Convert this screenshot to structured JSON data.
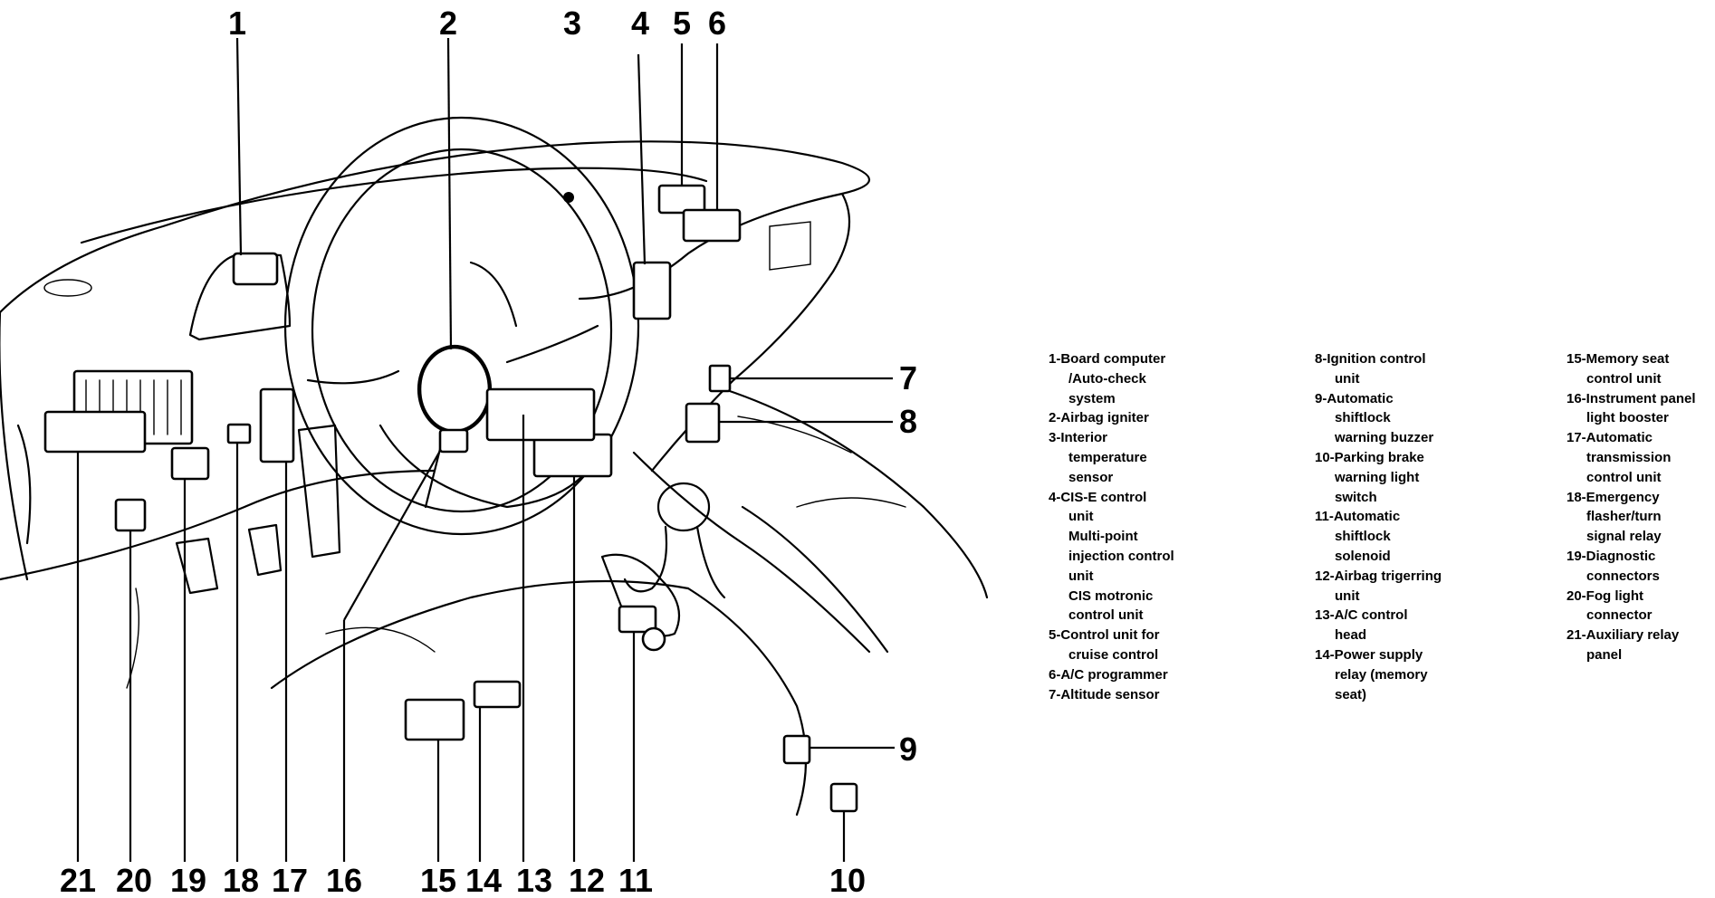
{
  "diagram": {
    "callouts": [
      "1",
      "2",
      "3",
      "4",
      "5",
      "6",
      "7",
      "8",
      "9",
      "10",
      "11",
      "12",
      "13",
      "14",
      "15",
      "16",
      "17",
      "18",
      "19",
      "20",
      "21"
    ],
    "legend": {
      "column1": [
        {
          "text": "1-Board computer",
          "cont": [
            "/Auto-check",
            "system"
          ]
        },
        {
          "text": "2-Airbag igniter",
          "cont": []
        },
        {
          "text": "3-Interior",
          "cont": [
            "temperature",
            "sensor"
          ]
        },
        {
          "text": "4-CIS-E control",
          "cont": [
            "unit",
            "Multi-point",
            "injection control",
            "unit",
            "CIS motronic",
            "control unit"
          ]
        },
        {
          "text": "5-Control unit for",
          "cont": [
            "cruise control"
          ]
        },
        {
          "text": "6-A/C programmer",
          "cont": []
        },
        {
          "text": "7-Altitude sensor",
          "cont": []
        }
      ],
      "column2": [
        {
          "text": "8-Ignition control",
          "cont": [
            "unit"
          ]
        },
        {
          "text": "9-Automatic",
          "cont": [
            "shiftlock",
            "warning buzzer"
          ]
        },
        {
          "text": "10-Parking brake",
          "cont": [
            "warning light",
            "switch"
          ]
        },
        {
          "text": "11-Automatic",
          "cont": [
            "shiftlock",
            "solenoid"
          ]
        },
        {
          "text": "12-Airbag trigerring",
          "cont": [
            "unit"
          ]
        },
        {
          "text": "13-A/C control",
          "cont": [
            "head"
          ]
        },
        {
          "text": "14-Power supply",
          "cont": [
            "relay (memory",
            "seat)"
          ]
        }
      ],
      "column3": [
        {
          "text": "15-Memory seat",
          "cont": [
            "control unit"
          ]
        },
        {
          "text": "16-Instrument panel",
          "cont": [
            "light booster"
          ]
        },
        {
          "text": "17-Automatic",
          "cont": [
            "transmission",
            "control unit"
          ]
        },
        {
          "text": "18-Emergency",
          "cont": [
            "flasher/turn",
            "signal relay"
          ]
        },
        {
          "text": "19-Diagnostic",
          "cont": [
            "connectors"
          ]
        },
        {
          "text": "20-Fog light",
          "cont": [
            "connector"
          ]
        },
        {
          "text": "21-Auxiliary relay",
          "cont": [
            "panel"
          ]
        }
      ]
    }
  }
}
